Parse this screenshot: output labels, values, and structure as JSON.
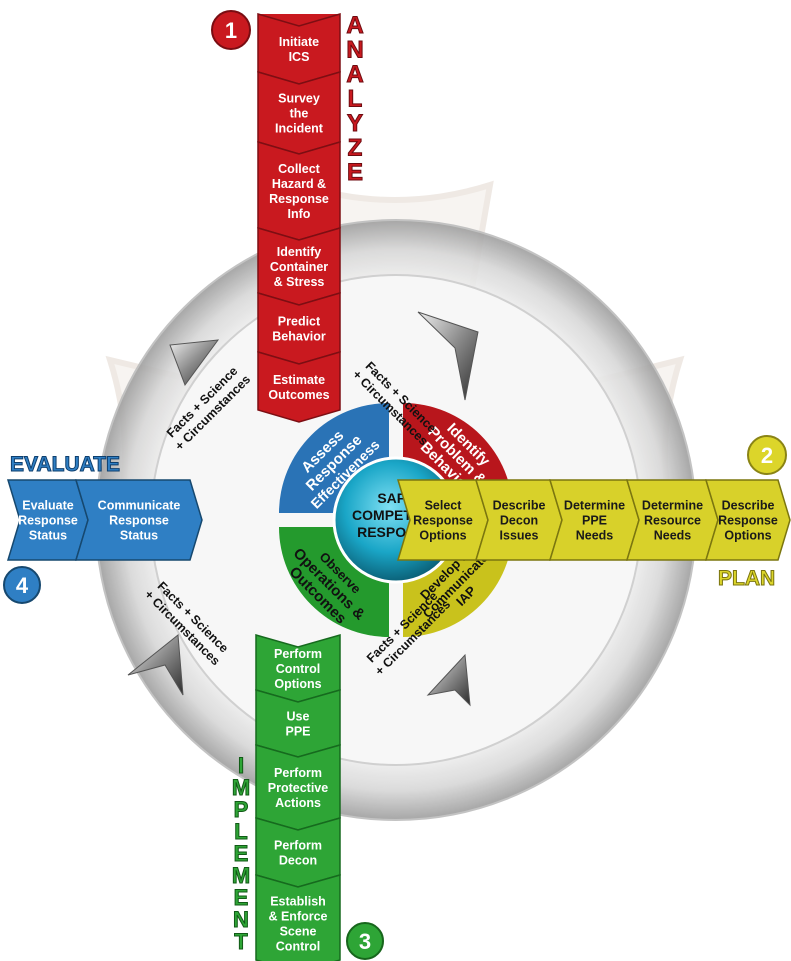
{
  "colors": {
    "analyze": "#c9191f",
    "plan": "#d8d12a",
    "implement": "#2ea536",
    "evaluate": "#2f7fc4",
    "center": "#1aa6c7"
  },
  "center": {
    "line1": "SAFE",
    "line2": "COMPETENT",
    "line3": "RESPONSE"
  },
  "phases": {
    "analyze": {
      "number": "1",
      "letters": [
        "A",
        "N",
        "A",
        "L",
        "Y",
        "Z",
        "E"
      ]
    },
    "plan": {
      "number": "2",
      "label": "PLAN"
    },
    "implement": {
      "number": "3",
      "letters": [
        "I",
        "M",
        "P",
        "L",
        "E",
        "M",
        "E",
        "N",
        "T"
      ]
    },
    "evaluate": {
      "number": "4",
      "label": "EVALUATE"
    }
  },
  "quadrants": {
    "identify": [
      "Identify",
      "Problem &",
      "Behavior"
    ],
    "develop": [
      "Develop &",
      "Communicate",
      "IAP"
    ],
    "observe": [
      "Observe",
      "Operations &",
      "Outcomes"
    ],
    "assess": [
      "Assess",
      "Response",
      "Effectiveness"
    ]
  },
  "facts": {
    "line1": "Facts + Science",
    "line2": "+ Circumstances"
  },
  "analyze_steps": [
    [
      "Initiate",
      "ICS"
    ],
    [
      "Survey",
      "the",
      "Incident"
    ],
    [
      "Collect",
      "Hazard &",
      "Response",
      "Info"
    ],
    [
      "Identify",
      "Container",
      "& Stress"
    ],
    [
      "Predict",
      "Behavior"
    ],
    [
      "Estimate",
      "Outcomes"
    ]
  ],
  "plan_steps": [
    [
      "Select",
      "Response",
      "Options"
    ],
    [
      "Describe",
      "Decon",
      "Issues"
    ],
    [
      "Determine",
      "PPE",
      "Needs"
    ],
    [
      "Determine",
      "Resource",
      "Needs"
    ],
    [
      "Describe",
      "Response",
      "Options"
    ]
  ],
  "implement_steps": [
    [
      "Perform",
      "Control",
      "Options"
    ],
    [
      "Use",
      "PPE"
    ],
    [
      "Perform",
      "Protective",
      "Actions"
    ],
    [
      "Perform",
      "Decon"
    ],
    [
      "Establish",
      "& Enforce",
      "Scene",
      "Control"
    ]
  ],
  "evaluate_steps": [
    [
      "Evaluate",
      "Response",
      "Status"
    ],
    [
      "Communicate",
      "Response",
      "Status"
    ]
  ]
}
